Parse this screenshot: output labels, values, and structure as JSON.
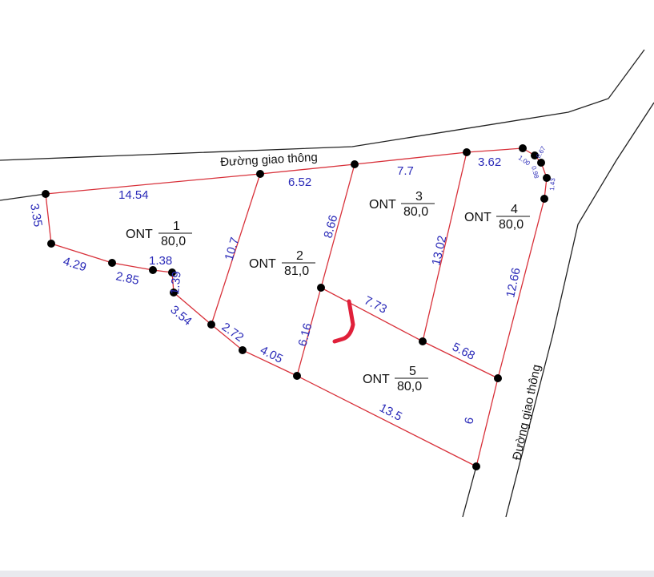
{
  "roads": {
    "top": "Đường giao thông",
    "right": "Đường giao thông"
  },
  "lots": [
    {
      "code": "ONT",
      "number": "1",
      "area": "80,0"
    },
    {
      "code": "ONT",
      "number": "2",
      "area": "81,0"
    },
    {
      "code": "ONT",
      "number": "3",
      "area": "80,0"
    },
    {
      "code": "ONT",
      "number": "4",
      "area": "80,0"
    },
    {
      "code": "ONT",
      "number": "5",
      "area": "80,0"
    }
  ],
  "dimensions": [
    "14.54",
    "6.52",
    "7.7",
    "3.62",
    "0.67",
    "1.00",
    "0.98",
    "1.43",
    "12.66",
    "6",
    "13.5",
    "4.05",
    "2.72",
    "3.54",
    "1.39",
    "1.38",
    "2.85",
    "4.29",
    "3.35",
    "10.7",
    "8.66",
    "6.16",
    "13.02",
    "7.73",
    "5.68"
  ],
  "colors": {
    "boundary": "#d8313a",
    "dimension": "#2a2ab8",
    "road": "#222222",
    "marker": "#e0203a"
  }
}
